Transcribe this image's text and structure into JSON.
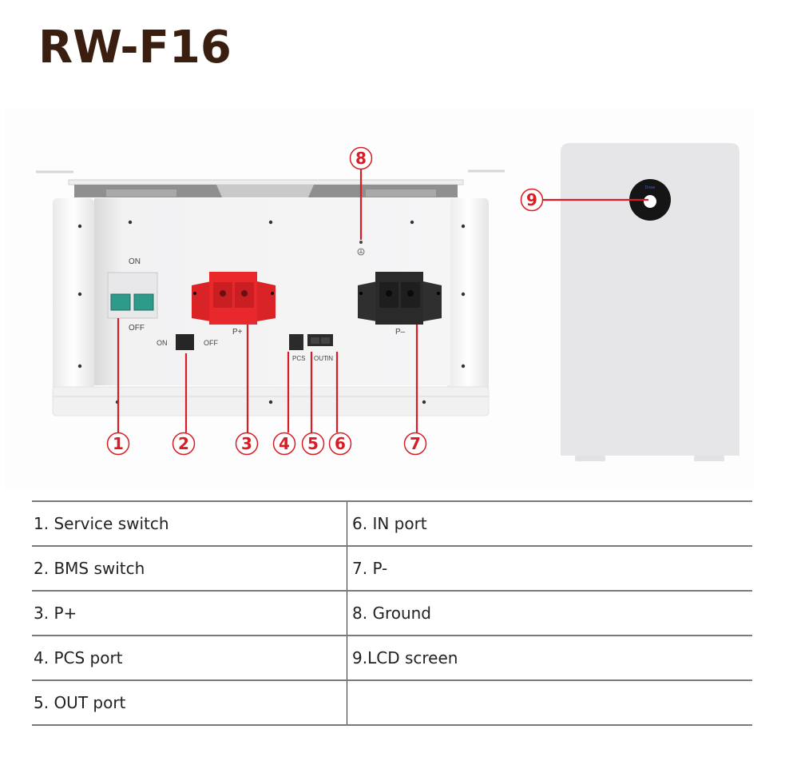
{
  "title": "RW-F16",
  "front_panel": {
    "breaker_on_label": "ON",
    "breaker_off_label": "OFF",
    "bms_on_label": "ON",
    "bms_off_label": "OFF",
    "p_plus_label": "P+",
    "p_minus_label": "P–",
    "pcs_label": "PCS",
    "out_label": "OUT",
    "in_label": "IN",
    "ground_symbol": "⏚"
  },
  "side_panel": {
    "lcd_brand_text": "Dowe"
  },
  "callouts": [
    "1",
    "2",
    "3",
    "4",
    "5",
    "6",
    "7",
    "8",
    "9"
  ],
  "colors": {
    "callout": "#d81d24",
    "title": "#3a1f10",
    "positive_terminal": "#e8282b",
    "negative_terminal": "#2a2a2a",
    "breaker_toggle": "#2e9a8a"
  },
  "legend": {
    "rows": [
      [
        "1. Service switch",
        "6. IN port"
      ],
      [
        "2. BMS switch",
        "7. P-"
      ],
      [
        "3. P+",
        "8. Ground"
      ],
      [
        "4. PCS port",
        "9.LCD screen"
      ],
      [
        "5. OUT port",
        ""
      ]
    ]
  }
}
